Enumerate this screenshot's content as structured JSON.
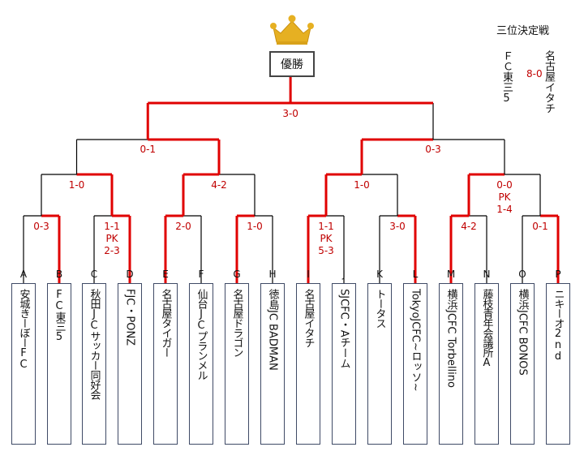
{
  "header": {
    "title": "優勝",
    "third_place_title": "三位決定戦"
  },
  "third_place": {
    "team_left": "ＦＣ東三5",
    "team_right": "名古屋イタチ",
    "score": "8-0"
  },
  "colors": {
    "winner_line": "#e00000",
    "loser_line": "#000000",
    "crown": "#e6b022"
  },
  "icons": {
    "crown": "crown-icon"
  },
  "teams": [
    {
      "letter": "A",
      "name": "安城きーぼーFC"
    },
    {
      "letter": "B",
      "name": "FC東三5"
    },
    {
      "letter": "C",
      "name": "秋田JCサッカー同好会"
    },
    {
      "letter": "D",
      "name": "FJC・PONZ"
    },
    {
      "letter": "E",
      "name": "名古屋タイガー"
    },
    {
      "letter": "F",
      "name": "仙台JCプランメル"
    },
    {
      "letter": "G",
      "name": "名古屋ドラゴン"
    },
    {
      "letter": "H",
      "name": "徳島JC BADMAN"
    },
    {
      "letter": "I",
      "name": "名古屋イタチ"
    },
    {
      "letter": "J",
      "name": "SJCFC・Aチーム"
    },
    {
      "letter": "K",
      "name": "トータス"
    },
    {
      "letter": "L",
      "name": "TokyoJCFC~ロッソ~"
    },
    {
      "letter": "M",
      "name": "横浜JCFC Torbellino"
    },
    {
      "letter": "N",
      "name": "藤枝青年会議所A"
    },
    {
      "letter": "O",
      "name": "横浜JCFC BONOS"
    },
    {
      "letter": "P",
      "name": "ニキーオ2nd"
    }
  ],
  "round1": [
    {
      "pair": [
        0,
        1
      ],
      "winner": 1,
      "score": "0-3",
      "pk": "",
      "pk_score": ""
    },
    {
      "pair": [
        2,
        3
      ],
      "winner": 3,
      "score": "1-1",
      "pk": "PK",
      "pk_score": "2-3"
    },
    {
      "pair": [
        4,
        5
      ],
      "winner": 4,
      "score": "2-0",
      "pk": "",
      "pk_score": ""
    },
    {
      "pair": [
        6,
        7
      ],
      "winner": 6,
      "score": "1-0",
      "pk": "",
      "pk_score": ""
    },
    {
      "pair": [
        8,
        9
      ],
      "winner": 8,
      "score": "1-1",
      "pk": "PK",
      "pk_score": "5-3"
    },
    {
      "pair": [
        10,
        11
      ],
      "winner": 11,
      "score": "3-0",
      "pk": "",
      "pk_score": ""
    },
    {
      "pair": [
        12,
        13
      ],
      "winner": 12,
      "score": "4-2",
      "pk": "",
      "pk_score": ""
    },
    {
      "pair": [
        14,
        15
      ],
      "winner": 15,
      "score": "0-1",
      "pk": "",
      "pk_score": ""
    }
  ],
  "quarterfinals": [
    {
      "winner_side": "right",
      "score": "1-0",
      "pk": "",
      "pk_score": ""
    },
    {
      "winner_side": "left",
      "score": "4-2",
      "pk": "",
      "pk_score": ""
    },
    {
      "winner_side": "left",
      "score": "1-0",
      "pk": "",
      "pk_score": ""
    },
    {
      "winner_side": "left",
      "score": "0-0",
      "pk": "PK",
      "pk_score": "1-4"
    }
  ],
  "semifinals": [
    {
      "winner_side": "right",
      "score": "0-1"
    },
    {
      "winner_side": "left",
      "score": "0-3"
    }
  ],
  "final": {
    "winner_side": "left",
    "score": "3-0"
  }
}
